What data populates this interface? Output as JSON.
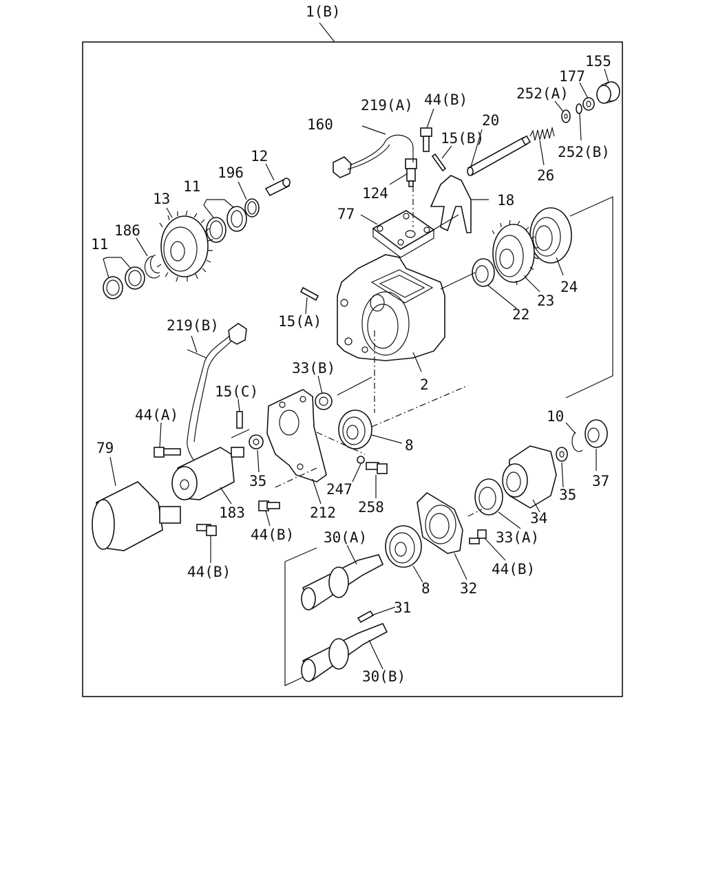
{
  "assembly_label": "1(B)",
  "labels": {
    "l155": "155",
    "l177": "177",
    "l252a": "252(A)",
    "l252b": "252(B)",
    "l44b_top": "44(B)",
    "l219a": "219(A)",
    "l160": "160",
    "l20": "20",
    "l15b": "15(B)",
    "l26": "26",
    "l124": "124",
    "l18": "18",
    "l12": "12",
    "l196": "196",
    "l11_top": "11",
    "l13": "13",
    "l77": "77",
    "l186": "186",
    "l11_left": "11",
    "l24": "24",
    "l23": "23",
    "l22": "22",
    "l15a": "15(A)",
    "l219b": "219(B)",
    "l2": "2",
    "l33b": "33(B)",
    "l15c": "15(C)",
    "l44a": "44(A)",
    "l10": "10",
    "l8_mid": "8",
    "l79": "79",
    "l35_left": "35",
    "l37": "37",
    "l247": "247",
    "l258": "258",
    "l35_right": "35",
    "l183": "183",
    "l212": "212",
    "l34": "34",
    "l44b_mid": "44(B)",
    "l30a": "30(A)",
    "l33a": "33(A)",
    "l44b_right": "44(B)",
    "l44b_bottom": "44(B)",
    "l8_bottom": "8",
    "l32": "32",
    "l31": "31",
    "l30b": "30(B)"
  }
}
